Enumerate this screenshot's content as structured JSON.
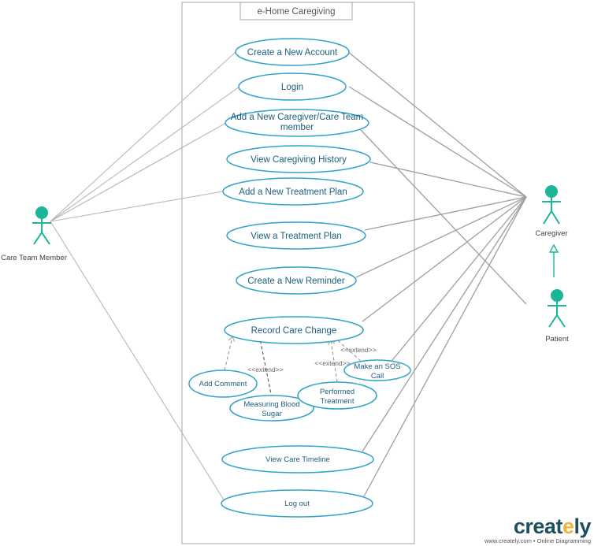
{
  "system": {
    "title": "e-Home Caregiving"
  },
  "actors": {
    "care_team": "Care Team Member",
    "caregiver": "Caregiver",
    "patient": "Patient"
  },
  "use_cases": {
    "create_account": "Create a New Account",
    "login": "Login",
    "add_caregiver_line1": "Add a New Caregiver/Care Team",
    "add_caregiver_line2": "member",
    "view_history": "View Caregiving History",
    "add_treatment": "Add a New Treatment Plan",
    "view_treatment": "View a Treatment Plan",
    "create_reminder": "Create a New Reminder",
    "record_change": "Record Care Change",
    "add_comment": "Add Comment",
    "measuring_line1": "Measuring Blood",
    "measuring_line2": "Sugar",
    "performed_line1": "Performed",
    "performed_line2": "Treatment",
    "sos_line1": "Make an SOS",
    "sos_line2": "Call",
    "view_timeline": "View Care Timeline",
    "logout": "Log out"
  },
  "extend_label": "<<extend>>",
  "brand": {
    "name_main": "creat",
    "name_accent": "e",
    "name_end": "ly",
    "tagline": "www.creately.com • Online Diagramming"
  },
  "colors": {
    "ellipse_stroke": "#2fa3c8",
    "actor": "#1bb59a",
    "line": "#a9a9a9",
    "brand": "#1e4f5f",
    "brand_accent": "#f2b233"
  },
  "icons": [
    "stick-figure-icon"
  ]
}
